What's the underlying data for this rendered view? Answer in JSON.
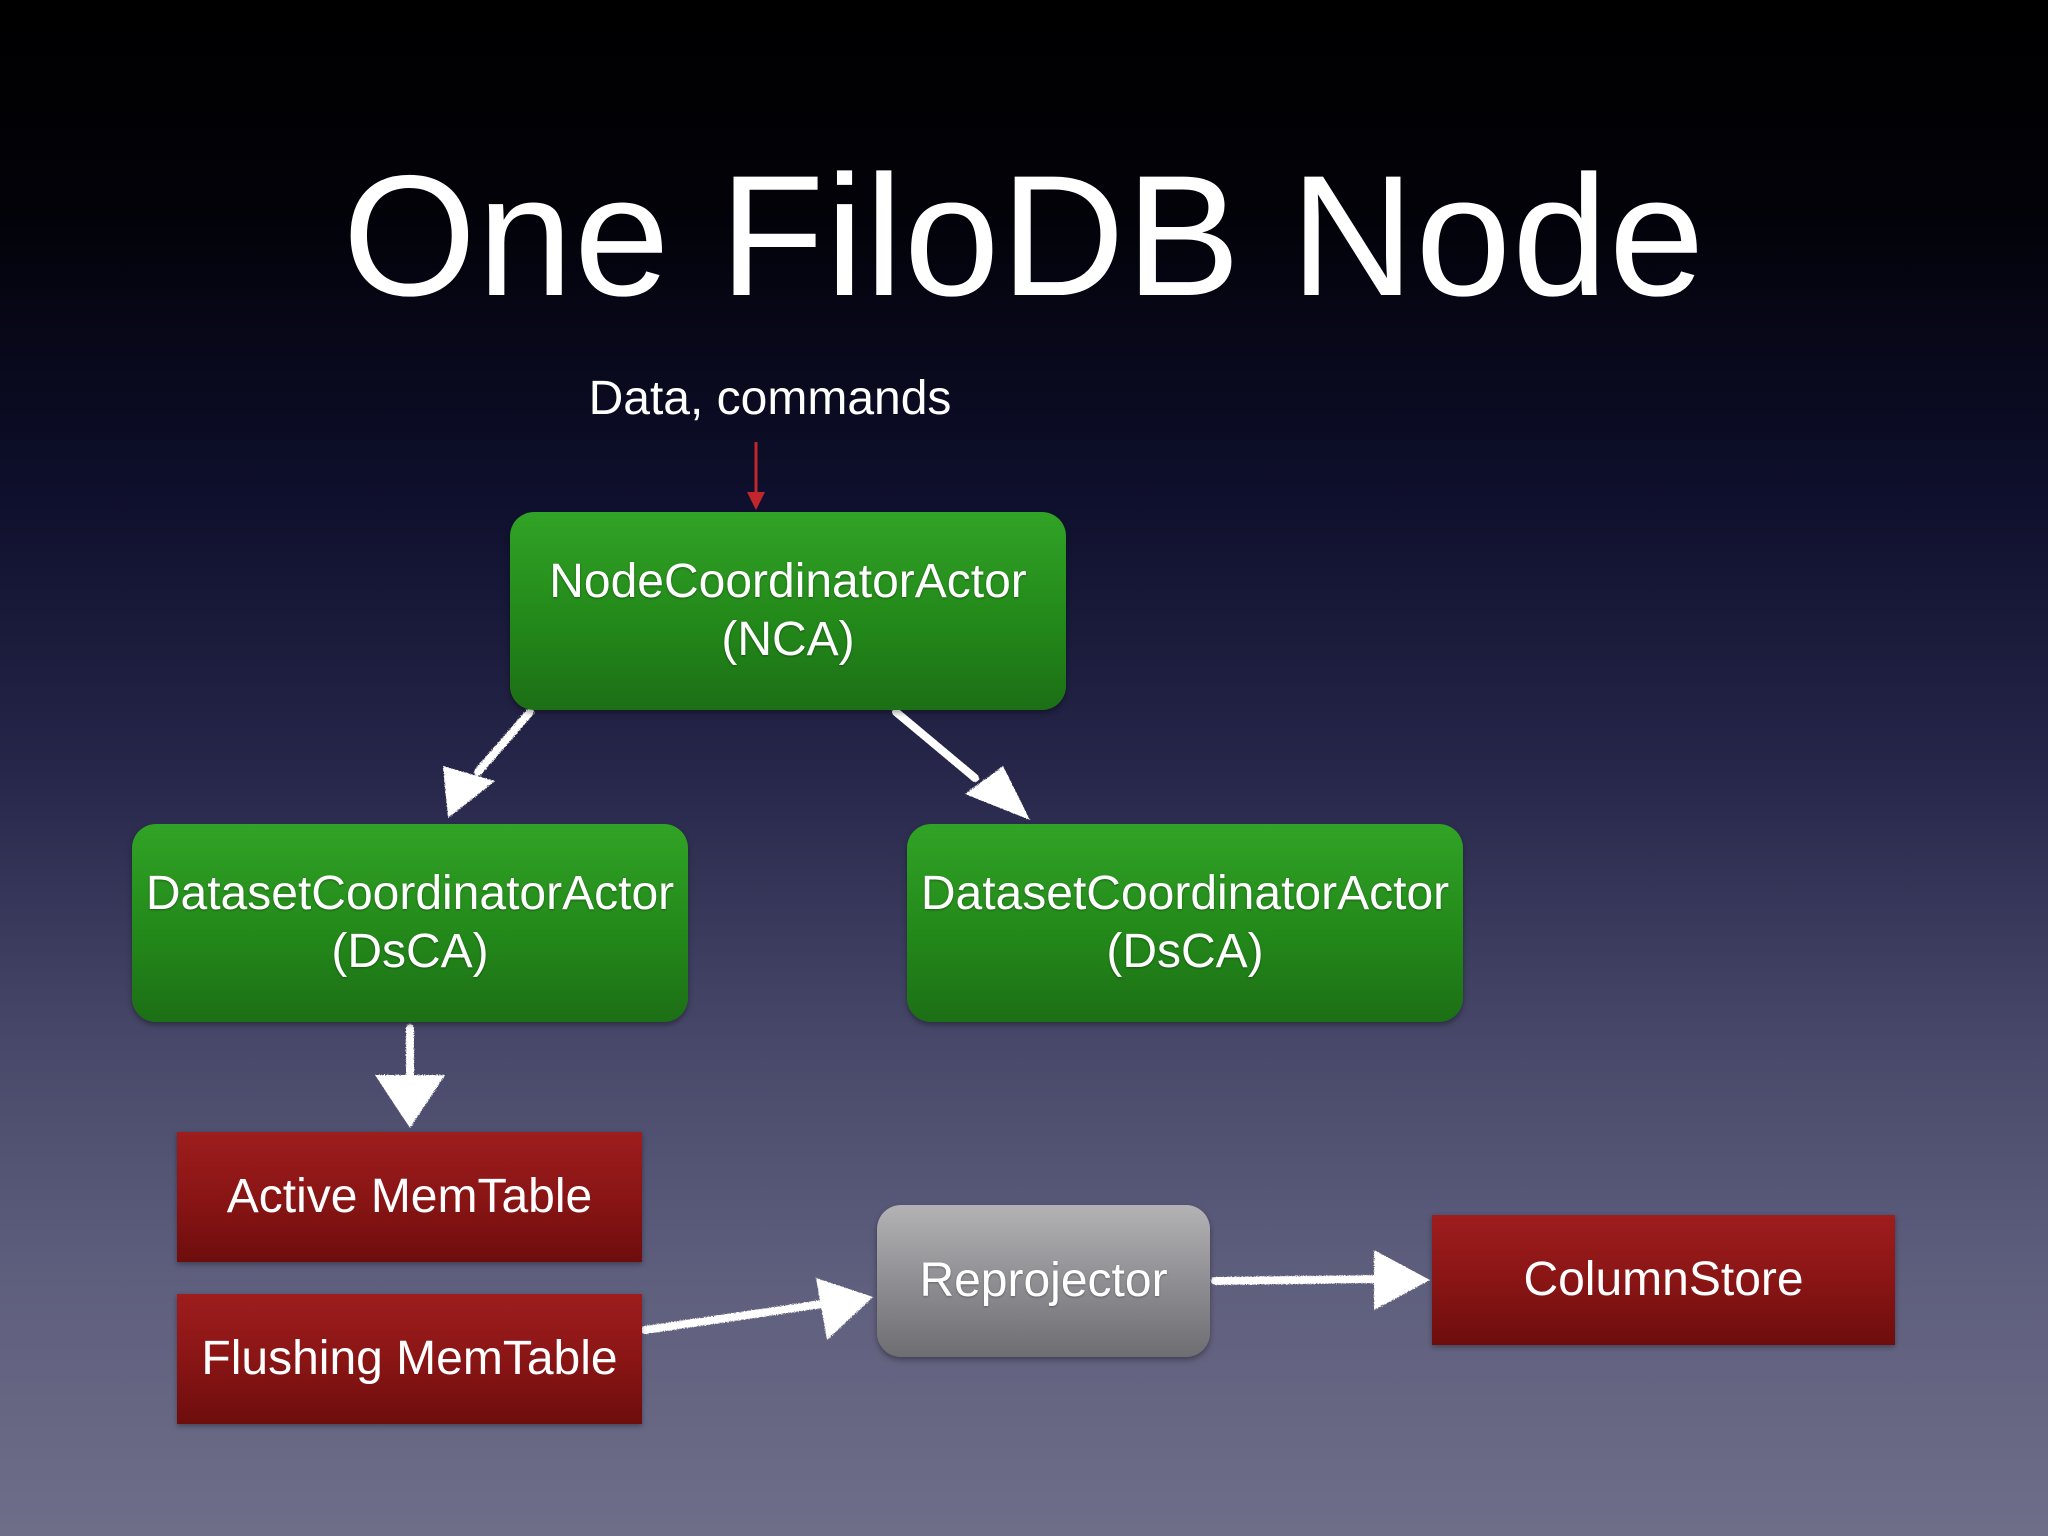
{
  "title": "One FiloDB Node",
  "input_label": "Data, commands",
  "nodes": {
    "nca": {
      "line1": "NodeCoordinatorActor",
      "line2": "(NCA)"
    },
    "dsca_left": {
      "line1": "DatasetCoordinatorActor",
      "line2": "(DsCA)"
    },
    "dsca_right": {
      "line1": "DatasetCoordinatorActor",
      "line2": "(DsCA)"
    },
    "active_memtable": "Active MemTable",
    "flushing_memtable": "Flushing MemTable",
    "reprojector": "Reprojector",
    "columnstore": "ColumnStore"
  },
  "colors": {
    "actor_box": "#23891a",
    "memtable_box": "#8a1515",
    "reprojector_box": "#8c8c90",
    "input_arrow": "#c0262b",
    "chalk_arrow": "#ffffff"
  }
}
